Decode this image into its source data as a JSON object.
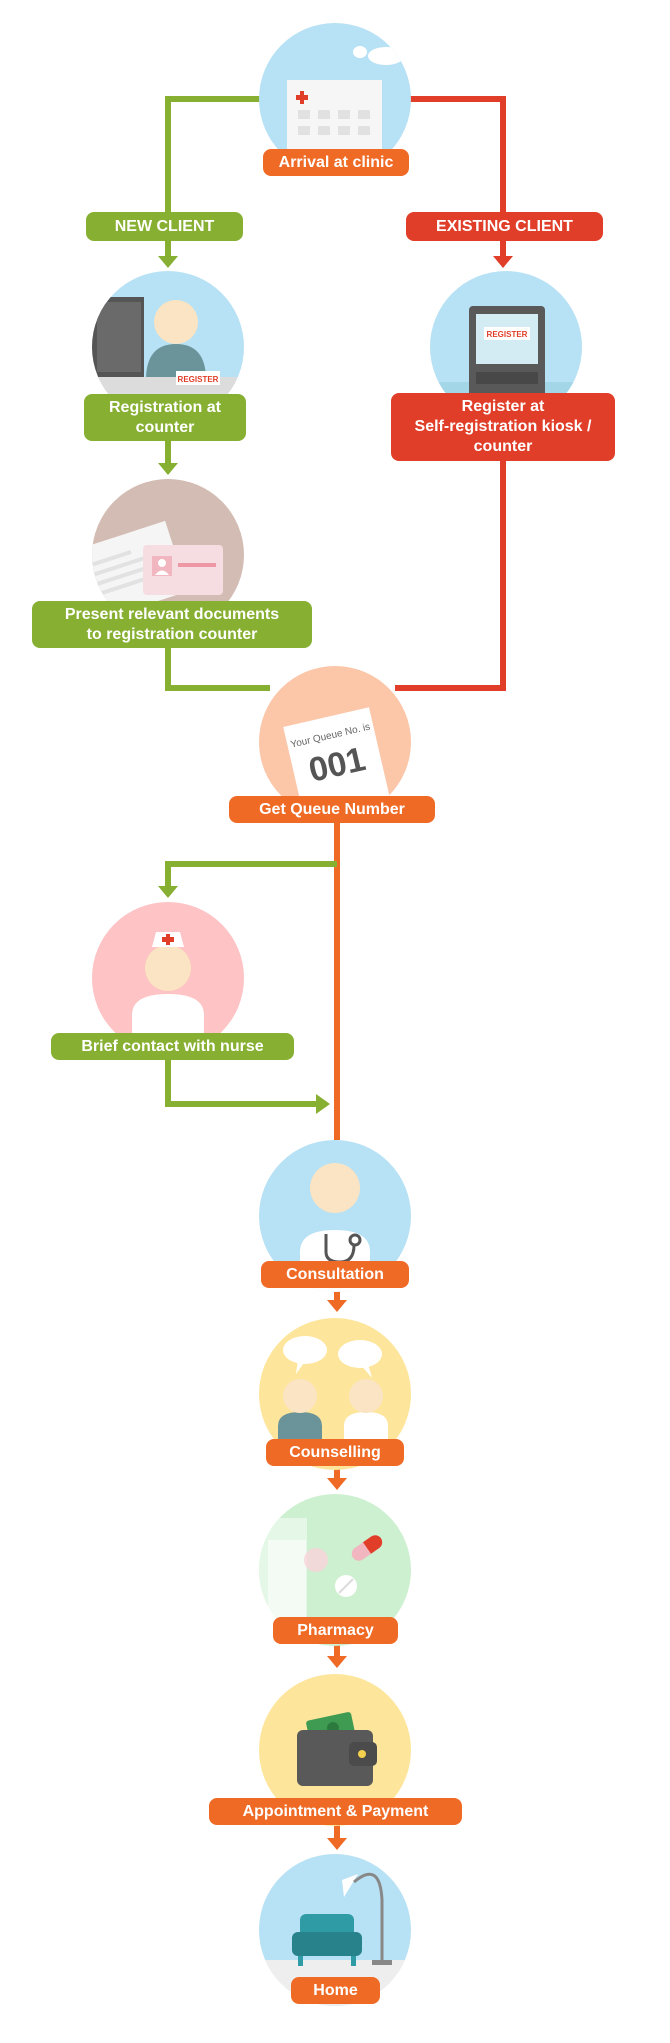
{
  "colors": {
    "orange": "#ef6a24",
    "green": "#87b032",
    "red": "#e03e29"
  },
  "steps": {
    "arrival": "Arrival at clinic",
    "new_client": "NEW CLIENT",
    "existing_client": "EXISTING CLIENT",
    "registration_counter": "Registration at\ncounter",
    "self_registration": "Register at\nSelf-registration kiosk /\ncounter",
    "present_documents": "Present relevant documents\nto registration counter",
    "queue_number": "Get Queue Number",
    "nurse_contact": "Brief contact with nurse",
    "consultation": "Consultation",
    "counselling": "Counselling",
    "pharmacy": "Pharmacy",
    "appointment_payment": "Appointment & Payment",
    "home": "Home"
  },
  "illustrations": {
    "register_sign": "REGISTER",
    "kiosk_sign": "REGISTER",
    "queue_ticket_caption": "Your Queue No. is",
    "queue_ticket_number": "001"
  },
  "icons": [
    "clinic-building-icon",
    "receptionist-icon",
    "kiosk-icon",
    "documents-icon",
    "queue-ticket-icon",
    "nurse-icon",
    "doctor-icon",
    "counselling-icon",
    "pharmacy-icon",
    "wallet-icon",
    "home-armchair-icon"
  ]
}
